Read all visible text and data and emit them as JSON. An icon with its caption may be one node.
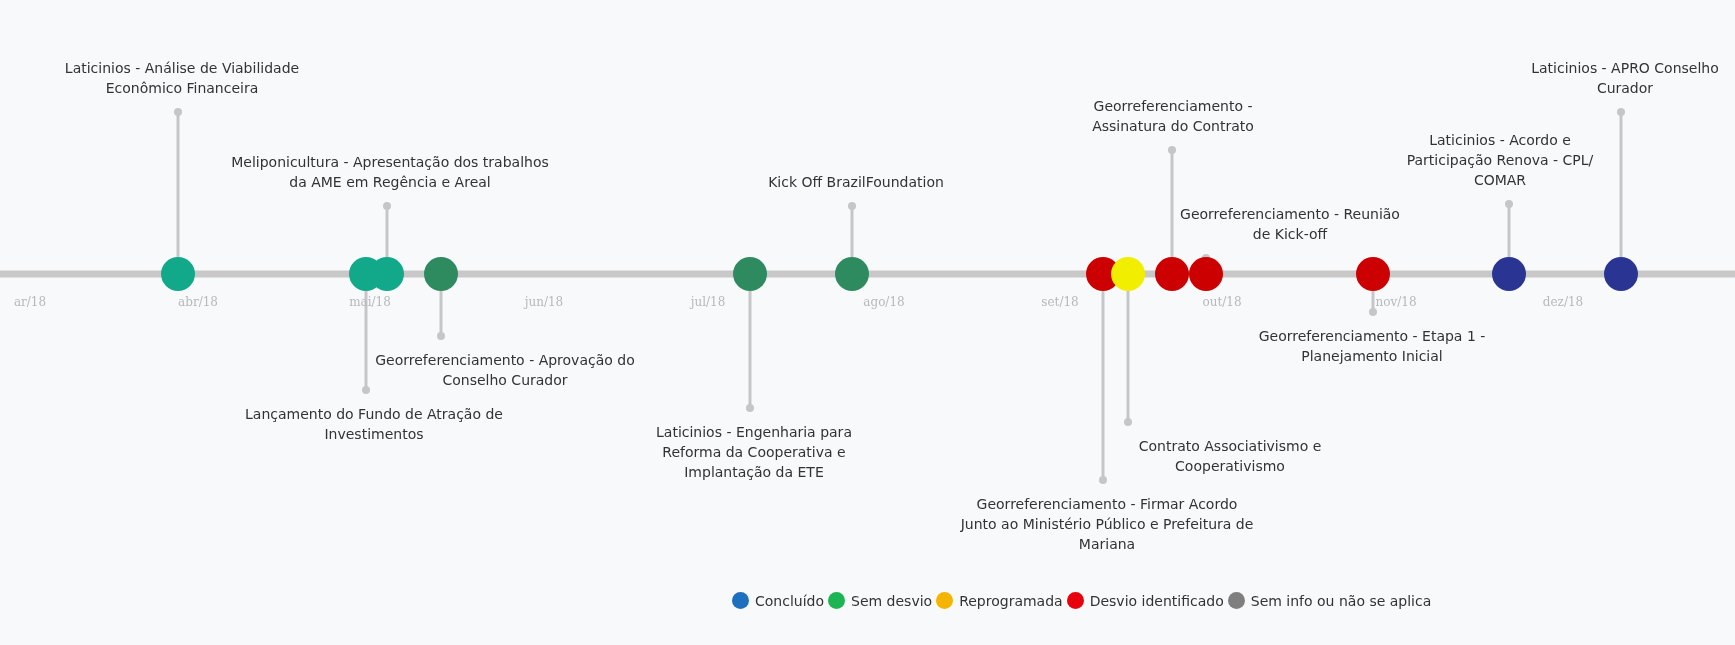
{
  "diagram": {
    "nodes": [
      {
        "text": [
          "Laticinios - Análise de Viabilidade Econômico Financeira"
        ]
      },
      {
        "text": [],
        "shape": "circle"
      },
      {
        "text": [
          "Lançamento do Fundo de Atração de Investimentos"
        ]
      },
      {
        "text": [],
        "shape": "circle"
      },
      {
        "text": [
          "Meliponicultura - Apresentação dos trabalhos da AME em Regência e Areal"
        ]
      },
      {
        "text": [],
        "shape": "circle"
      },
      {
        "text": [
          "Georreferenciamento - Aprovação do Conselho Curador"
        ]
      },
      {
        "text": [],
        "shape": "circle"
      },
      {
        "text": [
          "Laticinios - Engenharia para Reforma da Cooperativa e Implantação da ETE"
        ]
      },
      {
        "text": [],
        "shape": "circle"
      },
      {
        "text": [
          "Kick Off BrazilFoundation"
        ]
      },
      {
        "text": [],
        "shape": "circle"
      },
      {
        "text": [
          "Georreferenciamento - Firmar Acordo Junto ao Ministério Público e Prefeitura de Mariana"
        ]
      },
      {
        "text": [],
        "shape": "circle"
      },
      {
        "text": [
          "Contrato Associativismo e Cooperativismo"
        ]
      },
      {
        "text": [],
        "shape": "circle"
      },
      {
        "text": [
          "Georreferenciamento - Assinatura do Contrato"
        ]
      },
      {
        "text": [],
        "shape": "circle"
      },
      {
        "text": [
          "Georreferenciamento - Reunião de Kick-off"
        ]
      },
      {
        "text": [],
        "shape": "circle"
      },
      {
        "text": [
          "Georreferenciamento - Etapa 1 - Planejamento Inicial"
        ]
      },
      {
        "text": [],
        "shape": "circle"
      },
      {
        "text": [
          "Laticinios - Acordo e Participação Renova - CPL/ COMAR"
        ]
      },
      {
        "text": [],
        "shape": "circle"
      },
      {
        "text": [
          "Laticinios - APRO Conselho Curador"
        ]
      },
      {
        "text": [],
        "shape": "circle"
      }
    ],
    "edges": [
      {
        "from": 0,
        "to": 1,
        "arrow": "other"
      },
      {
        "from": 2,
        "to": 3,
        "arrow": "other"
      },
      {
        "from": 4,
        "to": 5,
        "arrow": "other"
      },
      {
        "from": 6,
        "to": 7,
        "arrow": "other"
      },
      {
        "from": 8,
        "to": 9,
        "arrow": "other"
      },
      {
        "from": 10,
        "to": 11,
        "arrow": "other"
      },
      {
        "from": 12,
        "to": 13,
        "arrow": "other"
      },
      {
        "from": 14,
        "to": 15,
        "arrow": "other"
      },
      {
        "from": 16,
        "to": 17,
        "arrow": "other"
      },
      {
        "from": 18,
        "to": 19,
        "arrow": "other"
      },
      {
        "from": 20,
        "to": 21,
        "arrow": "other"
      },
      {
        "from": 22,
        "to": 23,
        "arrow": "other"
      },
      {
        "from": 24,
        "to": 25,
        "arrow": "other"
      }
    ],
    "labels": [
      "ar/18",
      "abr/18",
      "mai/18",
      "jun/18",
      "jul/18",
      "ago/18",
      "set/18",
      "out/18",
      "nov/18",
      "dez/18"
    ],
    "legend": [
      {
        "text": "Concluído",
        "color": "#1f6fbf"
      },
      {
        "text": "Sem desvio",
        "color": "#1db454"
      },
      {
        "text": "Reprogramada",
        "color": "#f5b400"
      },
      {
        "text": "Desvio identificado",
        "color": "#e8000d"
      },
      {
        "text": "Sem info ou não se aplica",
        "color": "#7f7f7f"
      }
    ]
  }
}
